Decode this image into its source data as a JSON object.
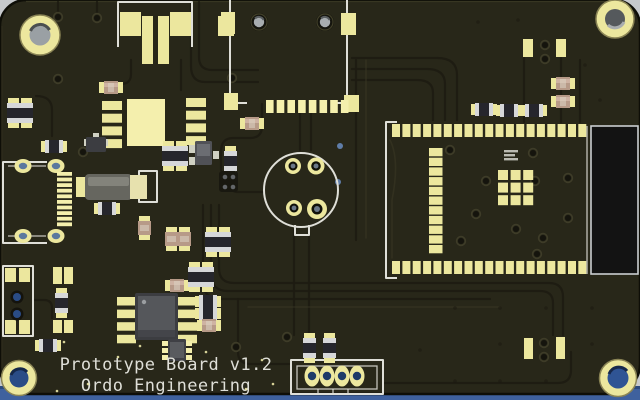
{
  "silkscreen": {
    "line1": "Prototype Board v1.2",
    "line2": "Ordo Engineering"
  },
  "colors": {
    "background": "#c6c9cc",
    "surface_blue": "#3f619e",
    "board": "#282719",
    "board_edge": "#0e0e07",
    "pad": "#ece79e",
    "pad_bright": "#f4efad",
    "silkscreen": "#dfdfd8",
    "trace": "#1d1c12",
    "trace_light": "#3a3824",
    "resistor_tan": "#b79a88",
    "component_dark": "#26262c",
    "terminal_silver": "#d6d7d9",
    "ic_gray": "#55575b",
    "hole_blue": "#2a4c86",
    "hole_gray": "#9aa0a4"
  },
  "components": [
    "mounting-hole-top-left",
    "mounting-hole-top-right",
    "mounting-hole-bottom-left",
    "mounting-hole-bottom-right",
    "power-connector-footprint",
    "usb-connector-footprint",
    "usb-c-connector-footprint",
    "slide-switch-footprint",
    "wireless-module-footprint",
    "antenna-block",
    "battery-holder-outline",
    "jst-connector-4pin",
    "soic8-footprint-unpopulated",
    "soic8-ic",
    "sot23-transistor",
    "sot23-6-ic",
    "inductor",
    "chip-passives"
  ]
}
